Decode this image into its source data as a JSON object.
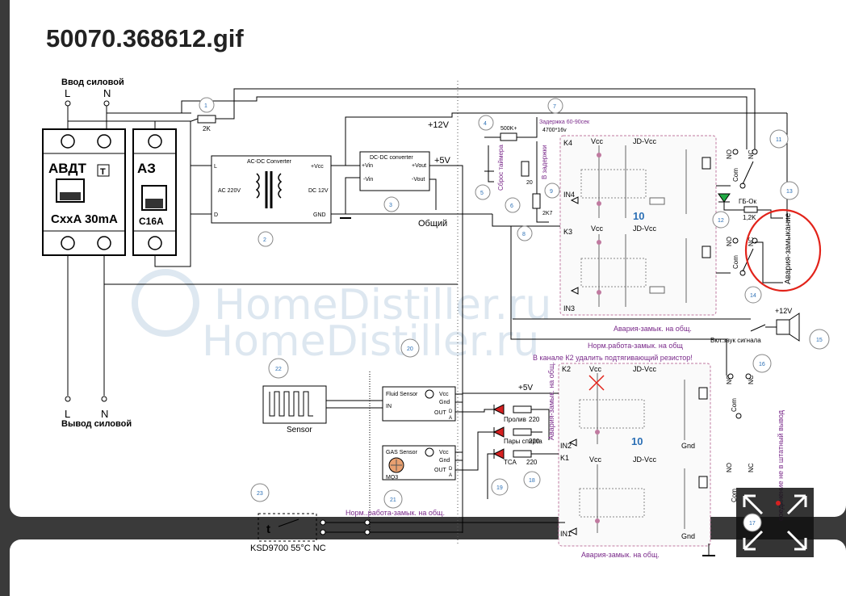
{
  "header": {
    "title": "50070.368612.gif"
  },
  "watermark": {
    "line1": "HomeDistiller.ru",
    "line2": "HomeDistiller.ru"
  },
  "colors": {
    "accent_purple": "#7a2a8a",
    "annotation_red": "#e2231a",
    "callout_blue": "#2b6fb5",
    "led_red": "#d62020",
    "relay_border": "#c07aa0"
  },
  "labels": {
    "input_power": "Ввод силовой",
    "output_power": "Вывод силовой",
    "L": "L",
    "N": "N",
    "avdt": "АВДТ",
    "avdt_rating": "CxxA 30mA",
    "avdt_t": "T",
    "az": "АЗ",
    "az_rating": "C16A",
    "resistor_2k": "2K",
    "acdc_title": "AC-DC Converter",
    "acdc_l": "L",
    "acdc_d": "D",
    "acdc_vcc": "+Vcc",
    "acdc_gnd": "GND",
    "acdc_ac": "AC 220V",
    "acdc_dc": "DC 12V",
    "dcdc_title": "DC-DC converter",
    "dcdc_vin_p": "+Vin",
    "dcdc_vin_n": "-Vin",
    "dcdc_vout_p": "+Vout",
    "dcdc_vout_n": "-Vout",
    "plus12v": "+12V",
    "plus5v": "+5V",
    "common": "Общий",
    "r500k": "500K+",
    "delay": "Задержка 60-90сек",
    "cap": "4700*16v",
    "reset_timer": "Сброс таймера",
    "delay2": "В задержки",
    "r20": "20",
    "r2k7": "2K7",
    "k4": "K4",
    "k3": "K3",
    "k2": "K2",
    "k1": "K1",
    "in4": "IN4",
    "in3": "IN3",
    "in2": "IN2",
    "in1": "IN1",
    "vcc": "Vcc",
    "jdvcc": "JD-Vcc",
    "gnd": "Gnd",
    "relay_num": "10",
    "nc": "NC",
    "no": "NO",
    "com": "Com",
    "gb": "ГБ-Ок",
    "r12k": "1,2K",
    "alarm_close": "Авария-замыкание",
    "plus12v_b": "+12V",
    "buzzer": "Вкл.звук сигнала",
    "alarm_common1": "Авария-замык. на общ.",
    "normal_common1": "Норм.работа-замык. на общ",
    "k2_note": "В канале К2 удалить подтягивающий резистор!",
    "sensor": "Sensor",
    "fluid_sensor": "Fluid Sensor",
    "gas_sensor": "GAS Sensor",
    "mq3": "MQ3",
    "s_vcc": "Vcc",
    "s_gnd": "Gnd",
    "s_out": "OUT",
    "s_d": "D",
    "s_a": "A",
    "s_in": "IN",
    "leak": "Пролив",
    "vapor": "Пары спирта",
    "tsa": "ТСА",
    "r220a": "220",
    "r220b": "220",
    "r220c": "220",
    "alarm_common_v": "Авария-замык. на общ.",
    "normal_common2": "Норм..работа-замык. на общ.",
    "alarm_common2": "Авария-замык. на общ.",
    "ksd": "KSD9700 55°C NC",
    "t": "t",
    "side_note": "соединение не в штатный вывод"
  },
  "callouts": [
    "1",
    "2",
    "3",
    "4",
    "5",
    "6",
    "7",
    "8",
    "9",
    "10",
    "11",
    "12",
    "13",
    "14",
    "15",
    "16",
    "17",
    "18",
    "19",
    "20",
    "21",
    "22",
    "23"
  ]
}
